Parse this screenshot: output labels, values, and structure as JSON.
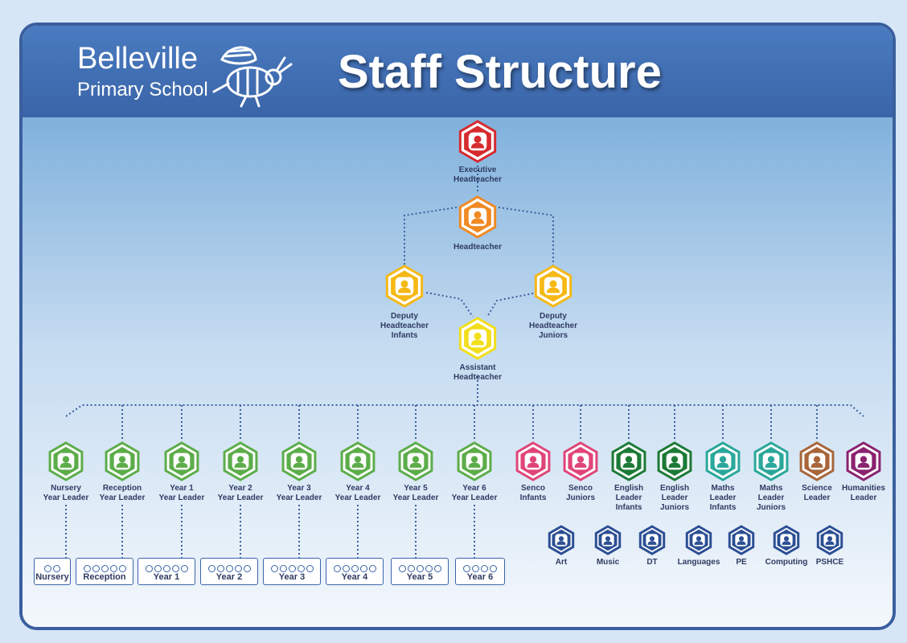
{
  "header": {
    "school_line1": "Belleville",
    "school_line2": "Primary School",
    "title": "Staff Structure",
    "logo_icon": "bee-icon"
  },
  "colors": {
    "exec": "#d62b2f",
    "head": "#f08a24",
    "deputy": "#f5b815",
    "assistant": "#f2de1c",
    "year_leader": "#5cad4a",
    "senco": "#e0457a",
    "english": "#1c7a36",
    "maths": "#2aa79b",
    "science": "#a8653a",
    "humanities": "#8a2270",
    "subject": "#2c4f94"
  },
  "leadership": {
    "exec": "Executive Headteacher",
    "head": "Headteacher",
    "deputy_infants": [
      "Deputy Headteacher",
      "Infants"
    ],
    "deputy_juniors": [
      "Deputy Headteacher",
      "Juniors"
    ],
    "assistant": "Assistant Headteacher"
  },
  "leaders": [
    {
      "lines": [
        "Nursery",
        "Year Leader"
      ],
      "color": "year_leader"
    },
    {
      "lines": [
        "Reception",
        "Year Leader"
      ],
      "color": "year_leader"
    },
    {
      "lines": [
        "Year 1",
        "Year Leader"
      ],
      "color": "year_leader"
    },
    {
      "lines": [
        "Year 2",
        "Year Leader"
      ],
      "color": "year_leader"
    },
    {
      "lines": [
        "Year 3",
        "Year Leader"
      ],
      "color": "year_leader"
    },
    {
      "lines": [
        "Year 4",
        "Year Leader"
      ],
      "color": "year_leader"
    },
    {
      "lines": [
        "Year 5",
        "Year Leader"
      ],
      "color": "year_leader"
    },
    {
      "lines": [
        "Year 6",
        "Year Leader"
      ],
      "color": "year_leader"
    },
    {
      "lines": [
        "Senco",
        "Infants"
      ],
      "color": "senco"
    },
    {
      "lines": [
        "Senco",
        "Juniors"
      ],
      "color": "senco"
    },
    {
      "lines": [
        "English",
        "Leader",
        "Infants"
      ],
      "color": "english"
    },
    {
      "lines": [
        "English",
        "Leader",
        "Juniors"
      ],
      "color": "english"
    },
    {
      "lines": [
        "Maths",
        "Leader",
        "Infants"
      ],
      "color": "maths"
    },
    {
      "lines": [
        "Maths",
        "Leader",
        "Juniors"
      ],
      "color": "maths"
    },
    {
      "lines": [
        "Science",
        "Leader"
      ],
      "color": "science"
    },
    {
      "lines": [
        "Humanities",
        "Leader"
      ],
      "color": "humanities"
    }
  ],
  "classes": [
    {
      "label": "Nursery",
      "count": 2
    },
    {
      "label": "Reception",
      "count": 5
    },
    {
      "label": "Year 1",
      "count": 5
    },
    {
      "label": "Year 2",
      "count": 5
    },
    {
      "label": "Year 3",
      "count": 5
    },
    {
      "label": "Year 4",
      "count": 5
    },
    {
      "label": "Year 5",
      "count": 5
    },
    {
      "label": "Year 6",
      "count": 4
    }
  ],
  "subjects": [
    "Art",
    "Music",
    "DT",
    "Languages",
    "PE",
    "Computing",
    "PSHCE"
  ]
}
